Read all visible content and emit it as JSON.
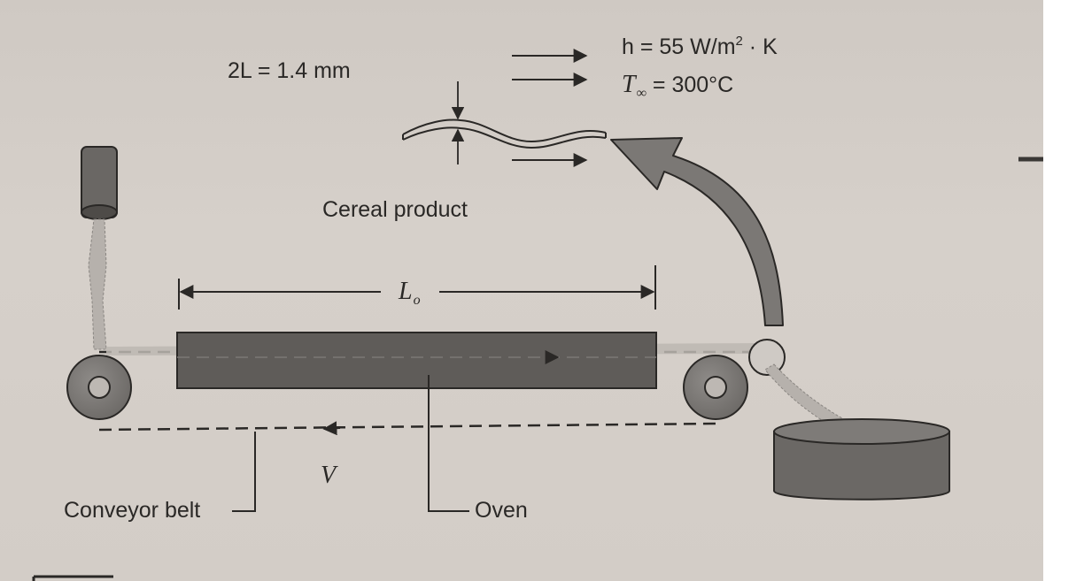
{
  "labels": {
    "thickness": "2L = 1.4 mm",
    "h_value": "h = 55 W/m",
    "h_exp": "2",
    "h_unit": " · K",
    "t_symbol": "T",
    "t_sub": "∞",
    "t_value": " = 300°C",
    "cereal": "Cereal product",
    "length_symbol": "L",
    "length_sub": "o",
    "velocity": "V",
    "conveyor": "Conveyor belt",
    "oven": "Oven"
  },
  "colors": {
    "background": "#d3cdc7",
    "oven_fill": "#5f5c59",
    "roller": "#7d7a77",
    "hopper": "#6a6764",
    "bin": "#6b6865",
    "arrow_fill": "#7b7875",
    "ink": "#2a2826"
  }
}
